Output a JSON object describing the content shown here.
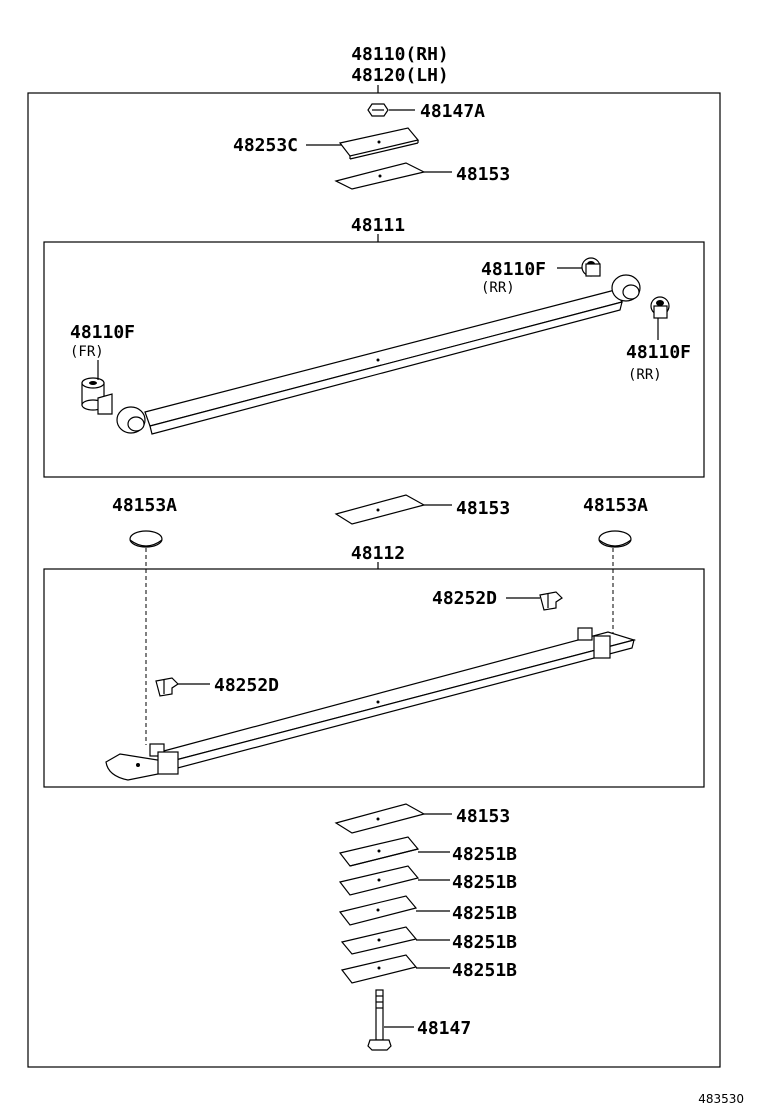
{
  "header": {
    "part_rh": "48110(RH)",
    "part_lh": "48120(LH)"
  },
  "labels": {
    "nut": "48147A",
    "plate_top": "48253C",
    "pad_top": "48153",
    "leaf_main": "48111",
    "bushing_rr_top": "48110F",
    "bushing_rr_top_note": "(RR)",
    "bushing_fr": "48110F",
    "bushing_fr_note": "(FR)",
    "bushing_rr_right": "48110F",
    "bushing_rr_right_note": "(RR)",
    "cap_left": "48153A",
    "pad_mid": "48153",
    "cap_right": "48153A",
    "leaf_second": "48112",
    "clip_right": "48252D",
    "clip_left": "48252D",
    "pad_bottom": "48153",
    "spacer_1": "48251B",
    "spacer_2": "48251B",
    "spacer_3": "48251B",
    "spacer_4": "48251B",
    "spacer_5": "48251B",
    "bolt": "48147"
  },
  "figure_code": "483530"
}
